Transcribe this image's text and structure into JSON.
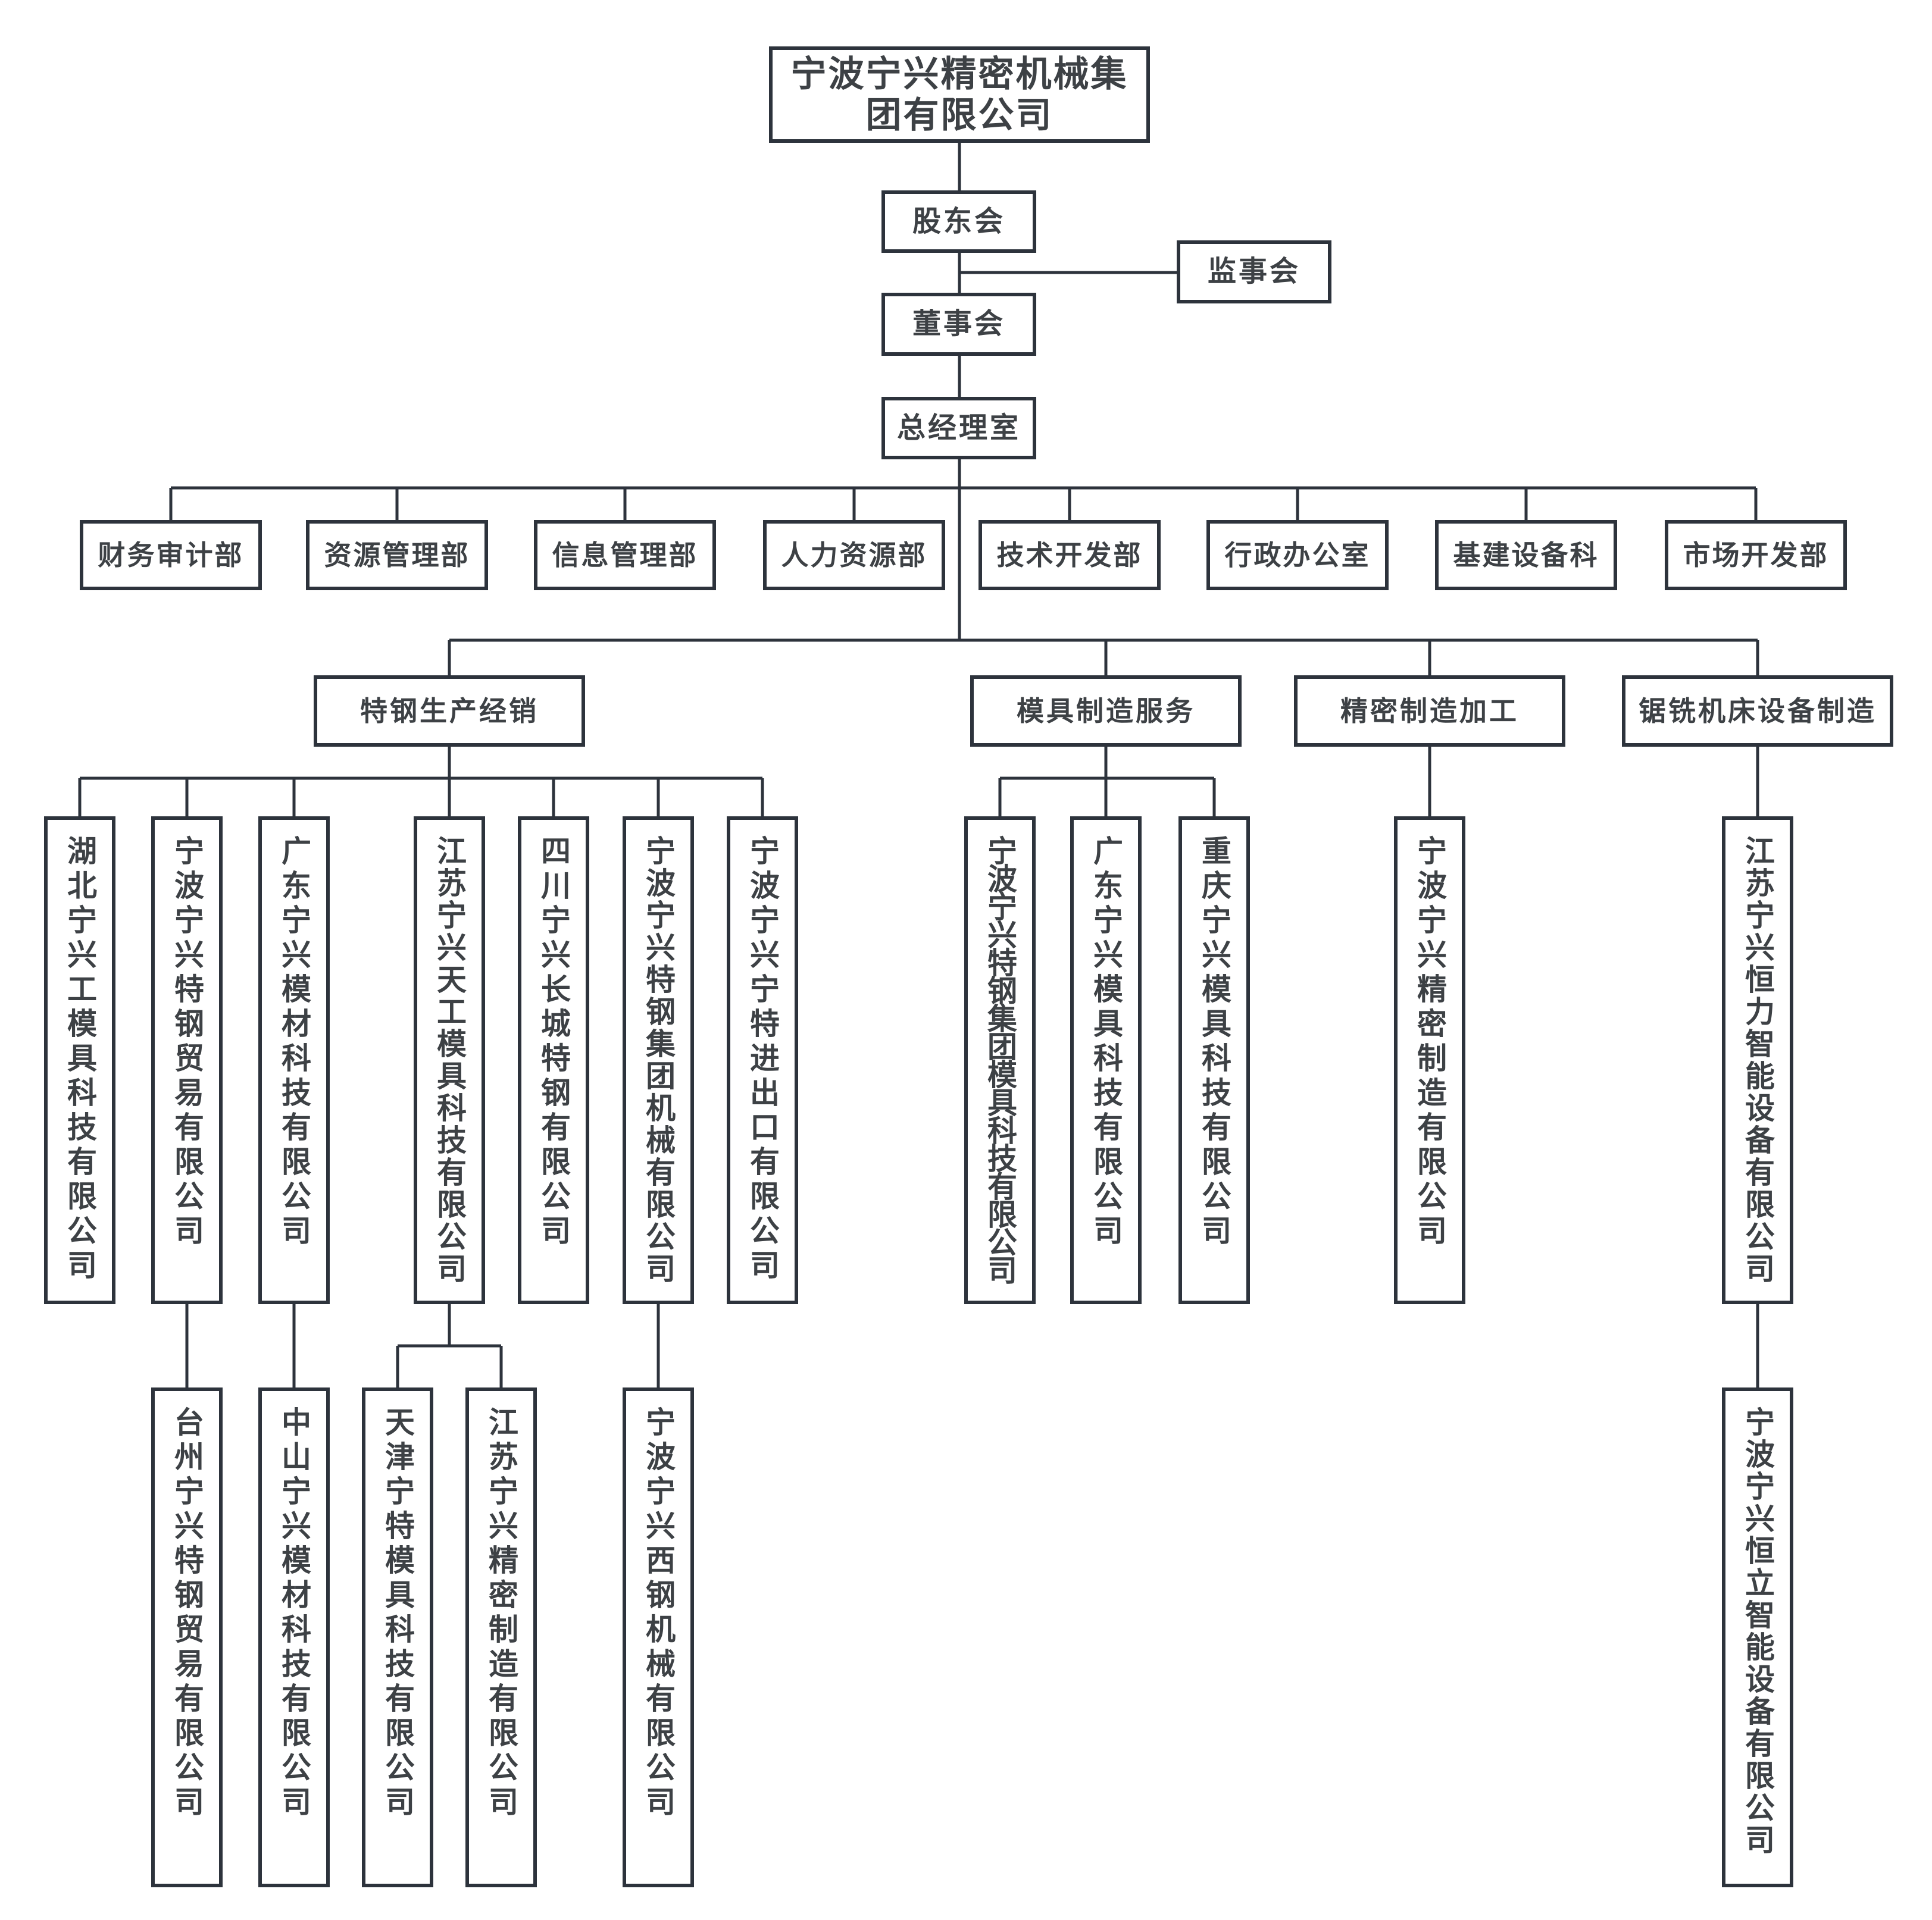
{
  "root": "宁波宁兴精密机械集团有限公司",
  "governance": {
    "shareholders": "股东会",
    "supervisors": "监事会",
    "board": "董事会",
    "gm_office": "总经理室"
  },
  "departments": [
    "财务审计部",
    "资源管理部",
    "信息管理部",
    "人力资源部",
    "技术开发部",
    "行政办公室",
    "基建设备科",
    "市场开发部"
  ],
  "divisions": [
    "特钢生产经销",
    "模具制造服务",
    "精密制造加工",
    "锯铣机床设备制造"
  ],
  "companies": {
    "steel": [
      "湖北宁兴工模具科技有限公司",
      "宁波宁兴特钢贸易有限公司",
      "广东宁兴模材科技有限公司",
      "江苏宁兴天工模具科技有限公司",
      "四川宁兴长城特钢有限公司",
      "宁波宁兴特钢集团机械有限公司",
      "宁波宁兴宁特进出口有限公司"
    ],
    "steel_sub": [
      "台州宁兴特钢贸易有限公司",
      "中山宁兴模材科技有限公司",
      "天津宁特模具科技有限公司",
      "江苏宁兴精密制造有限公司",
      "宁波宁兴西钢机械有限公司"
    ],
    "mould": [
      "宁波宁兴特钢集团模具科技有限公司",
      "广东宁兴模具科技有限公司",
      "重庆宁兴模具科技有限公司"
    ],
    "precision": [
      "宁波宁兴精密制造有限公司"
    ],
    "sawmill": [
      "江苏宁兴恒力智能设备有限公司"
    ],
    "sawmill_sub": [
      "宁波宁兴恒立智能设备有限公司"
    ]
  },
  "colors": {
    "line": "#2d333c",
    "text": "#3d4145",
    "background": "#ffffff"
  }
}
